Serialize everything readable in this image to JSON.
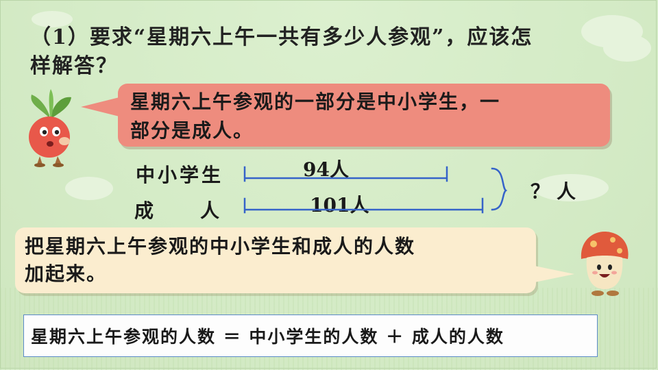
{
  "question": {
    "line1": "（1）要求“星期六上午一共有多少人参观”，应该怎",
    "line2": "样解答？"
  },
  "bubble_red": {
    "line1": "星期六上午参观的一部分是中小学生，一",
    "line2": "部分是成人。"
  },
  "diagram": {
    "row1_label": "中小学生",
    "row2_label": "成　　人",
    "row1_value": "94人",
    "row2_value": "101人",
    "total_label": "？人",
    "line_color": "#3563c9"
  },
  "bubble_yellow": {
    "line1": "把星期六上午参观的中小学生和成人的人数",
    "line2": "加起来。"
  },
  "equation": {
    "text": "星期六上午参观的人数 ＝ 中小学生的人数 ＋ 成人的人数"
  },
  "icons": {
    "left_character": "radish-character-icon",
    "right_character": "mushroom-character-icon"
  },
  "colors": {
    "background": "#d4ebc6",
    "red_bubble": "#ee8c7e",
    "yellow_bubble": "#fbedcf",
    "equation_border": "#5b8ac9"
  }
}
